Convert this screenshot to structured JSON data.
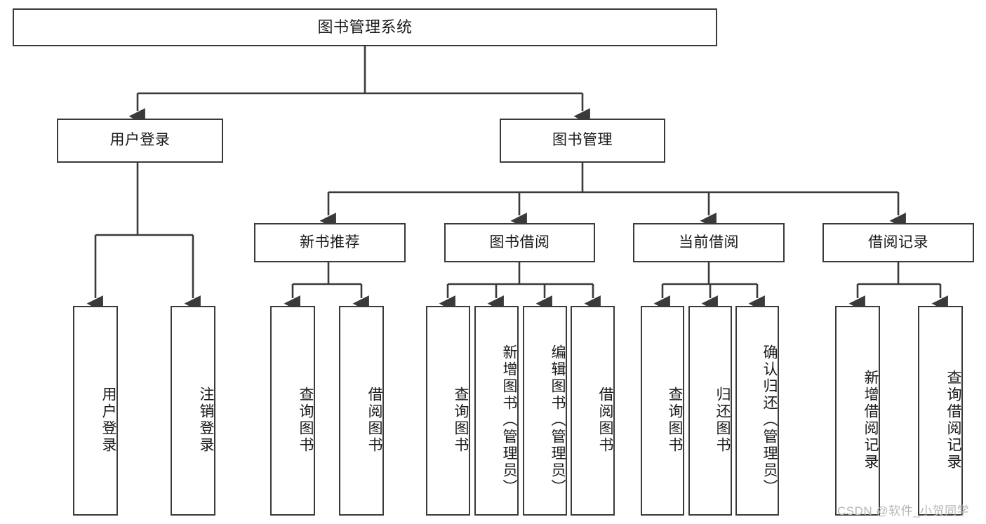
{
  "diagram": {
    "title": "图书管理系统",
    "type": "hierarchy-tree",
    "orientation": "top-down",
    "colors": {
      "node_border": "#3a3a3a",
      "node_fill": "#ffffff",
      "edge": "#3a3a3a",
      "text": "#1a1a1a",
      "watermark": "#b6b6b6"
    },
    "root": {
      "label": "图书管理系统"
    },
    "level2": [
      {
        "label": "用户登录"
      },
      {
        "label": "图书管理"
      }
    ],
    "level3": [
      {
        "label": "新书推荐"
      },
      {
        "label": "图书借阅"
      },
      {
        "label": "当前借阅"
      },
      {
        "label": "借阅记录"
      }
    ],
    "leaves": {
      "user_login": [
        {
          "label": "用户登录"
        },
        {
          "label": "注销登录"
        }
      ],
      "new_book_recommend": [
        {
          "label": "查询图书"
        },
        {
          "label": "借阅图书"
        }
      ],
      "book_borrow": [
        {
          "label": "查询图书"
        },
        {
          "label": "新增图书（管理员）"
        },
        {
          "label": "编辑图书（管理员）"
        },
        {
          "label": "借阅图书"
        }
      ],
      "current_borrow": [
        {
          "label": "查询图书"
        },
        {
          "label": "归还图书"
        },
        {
          "label": "确认归还（管理员）"
        }
      ],
      "borrow_record": [
        {
          "label": "新增借阅记录"
        },
        {
          "label": "查询借阅记录"
        }
      ]
    }
  },
  "watermark": {
    "text": "CSDN @软件_小贺同学"
  }
}
